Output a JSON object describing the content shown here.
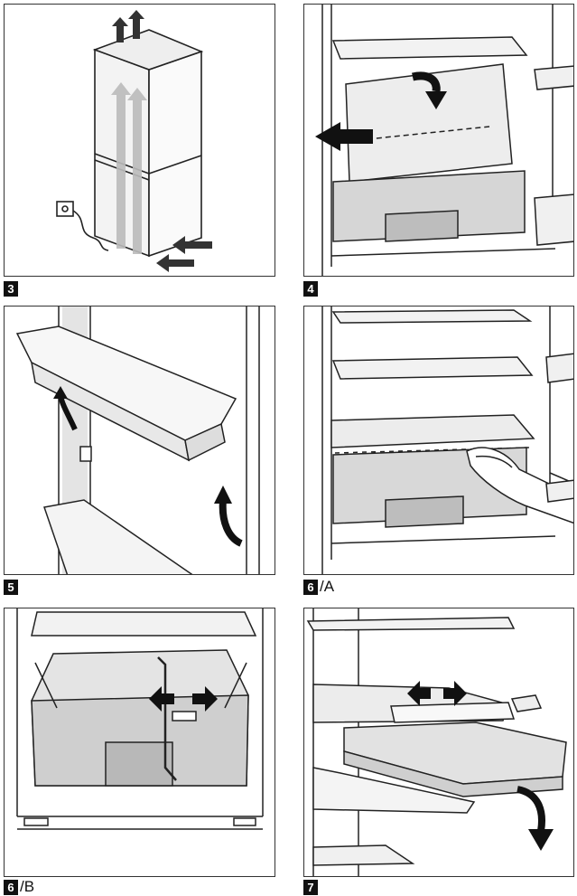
{
  "figures": [
    {
      "number": "3",
      "suffix": ""
    },
    {
      "number": "4",
      "suffix": ""
    },
    {
      "number": "5",
      "suffix": ""
    },
    {
      "number": "6",
      "suffix": "/A"
    },
    {
      "number": "6",
      "suffix": "/B"
    },
    {
      "number": "7",
      "suffix": ""
    }
  ],
  "colors": {
    "line": "#222222",
    "fill_light": "#e6e6e6",
    "fill_mid": "#c8c8c8",
    "arrow": "#111111"
  }
}
